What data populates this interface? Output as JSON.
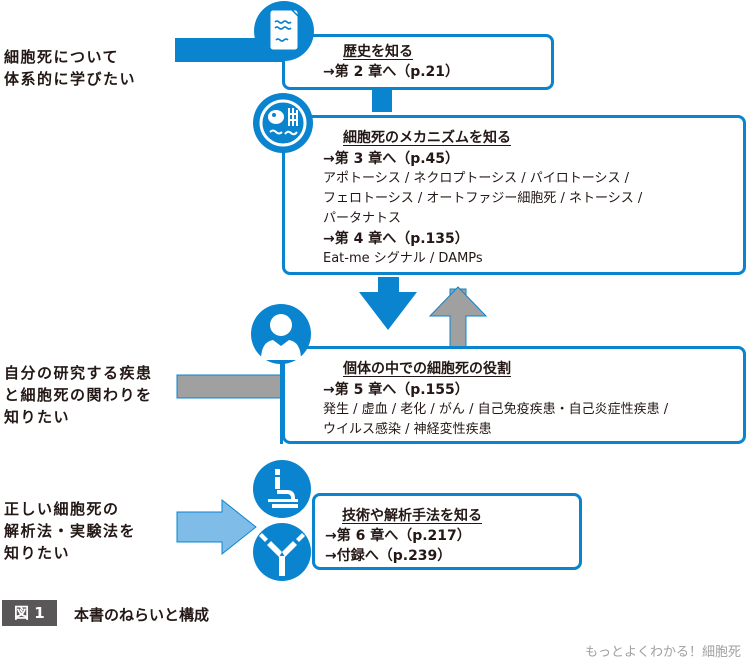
{
  "colors": {
    "primary_blue": "#0a84cf",
    "light_blue": "#7fbde8",
    "gray_arrow": "#a0a0a0",
    "caption_badge": "#595757",
    "footer_gray": "#9fa0a0"
  },
  "left_labels": [
    {
      "lines": [
        "細胞死について",
        "体系的に学びたい"
      ]
    },
    {
      "lines": [
        "自分の研究する疾患",
        "と細胞死の関わりを",
        "知りたい"
      ]
    },
    {
      "lines": [
        "正しい細胞死の",
        "解析法・実験法を",
        "知りたい"
      ]
    }
  ],
  "boxes": [
    {
      "icon": "document-icon",
      "title": "歴史を知る",
      "refs": [
        "→第 2 章へ（p.21）"
      ]
    },
    {
      "icon": "cell-icon",
      "title": "細胞死のメカニズムを知る",
      "ref1": "→第 3 章へ（p.45）",
      "items1": [
        "アポトーシス / ネクロプトーシス / パイロトーシス /",
        "フェロトーシス / オートファジー細胞死 / ネトーシス /",
        "パータナトス"
      ],
      "ref2": "→第 4 章へ（p.135）",
      "items2": [
        "Eat-me シグナル / DAMPs"
      ]
    },
    {
      "icon": "person-icon",
      "title": "個体の中での細胞死の役割",
      "ref1": "→第 5 章へ（p.155）",
      "items1": [
        "発生 / 虚血 / 老化 / がん / 自己免疫疾患・自己炎症性疾患 /",
        "ウイルス感染 / 神経変性疾患"
      ]
    },
    {
      "icons": [
        "microscope-icon",
        "antibody-icon"
      ],
      "title": "技術や解析手法を知る",
      "refs": [
        "→第 6 章へ（p.217）",
        "→付録へ（p.239）"
      ]
    }
  ],
  "caption": {
    "badge": "図 1",
    "title": "本書のねらいと構成"
  },
  "footer": "もっとよくわかる！細胞死"
}
